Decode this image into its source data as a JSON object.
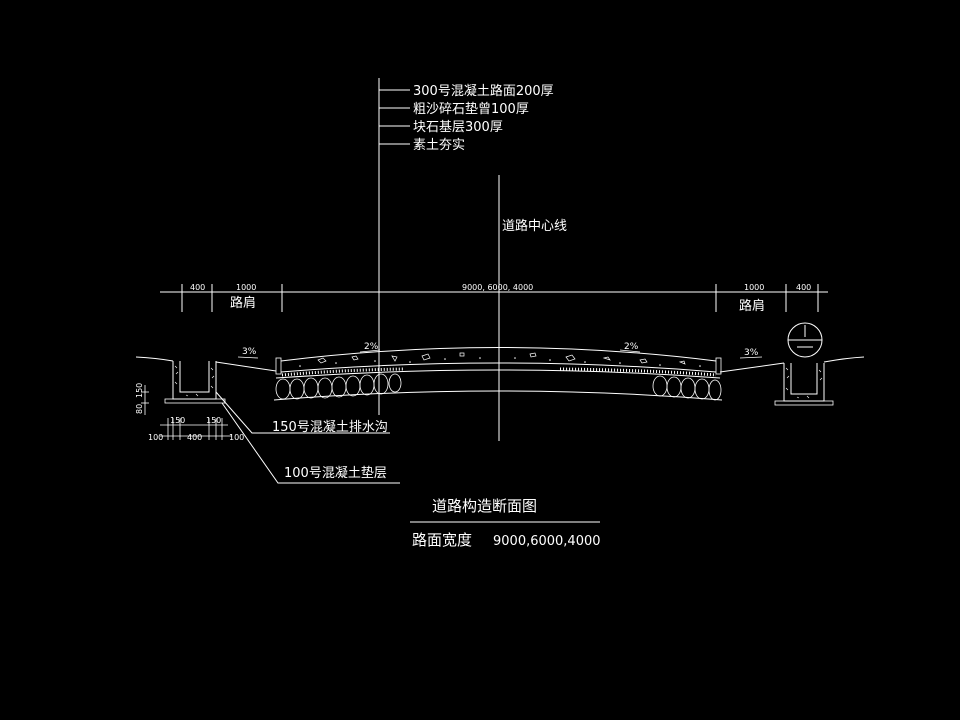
{
  "layers": {
    "l1": "300号混凝土路面200厚",
    "l2": "粗沙碎石垫曾100厚",
    "l3": "块石基层300厚",
    "l4": "素土夯实"
  },
  "centerline_label": "道路中心线",
  "dimensions": {
    "left_400": "400",
    "left_1000": "1000",
    "middle": "9000, 6000, 4000",
    "right_1000": "1000",
    "right_400": "400"
  },
  "shoulder_left": "路肩",
  "shoulder_right": "路肩",
  "slopes": {
    "left_outer": "3%",
    "left_inner": "2%",
    "right_inner": "2%",
    "right_outer": "3%"
  },
  "ditch_dims": {
    "v80": "80",
    "v150": "150",
    "w150a": "150",
    "w150b": "150",
    "w100a": "100",
    "w400": "400",
    "w100b": "100"
  },
  "callouts": {
    "ditch": "150号混凝土排水沟",
    "cushion": "100号混凝土垫层"
  },
  "title": "道路构造断面图",
  "subtitle_prefix": "路面宽度",
  "subtitle_value": "9000,6000,4000",
  "colors": {
    "background": "#000000",
    "lines": "#ffffff"
  }
}
